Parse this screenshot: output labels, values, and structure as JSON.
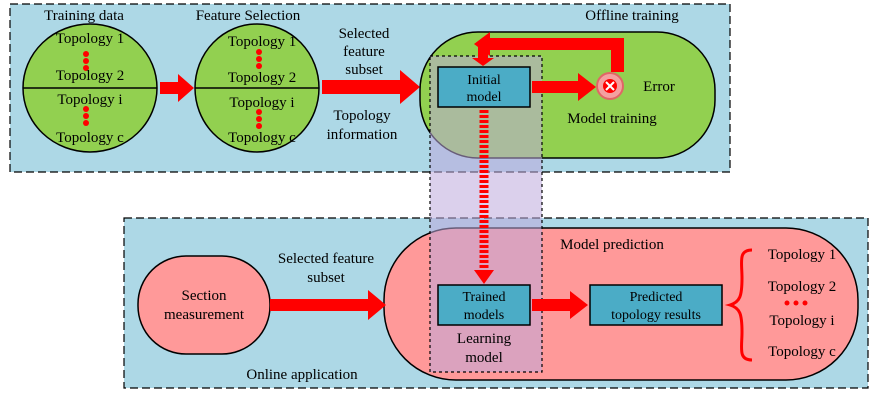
{
  "offline": {
    "section_label": "Offline training",
    "training_data": {
      "title": "Training data",
      "items": [
        "Topology 1",
        "Topology 2",
        "Topology i",
        "Topology c"
      ]
    },
    "feature_selection": {
      "title": "Feature Selection",
      "items": [
        "Topology 1",
        "Topology 2",
        "Topology i",
        "Topology c"
      ]
    },
    "selected_feature_subset": [
      "Selected",
      "feature",
      "subset"
    ],
    "topology_information": [
      "Topology",
      "information"
    ],
    "initial_model": [
      "Initial",
      "model"
    ],
    "error_label": "Error",
    "model_training_label": "Model training"
  },
  "online": {
    "section_label": "Online application",
    "section_measurement": [
      "Section",
      "measurement"
    ],
    "selected_feature_subset": [
      "Selected feature",
      "subset"
    ],
    "model_prediction_label": "Model prediction",
    "trained_models": [
      "Trained",
      "models"
    ],
    "learning_model": [
      "Learning",
      "model"
    ],
    "predicted_results": [
      "Predicted",
      "topology results"
    ],
    "results": [
      "Topology 1",
      "Topology 2",
      "Topology i",
      "Topology c"
    ]
  },
  "colors": {
    "panel_bg": "#add8e6",
    "green": "#92d050",
    "pink": "#ff9999",
    "blue_box": "#4bacc6",
    "red": "#ff0000",
    "error_circle": "#f4a0a0"
  }
}
